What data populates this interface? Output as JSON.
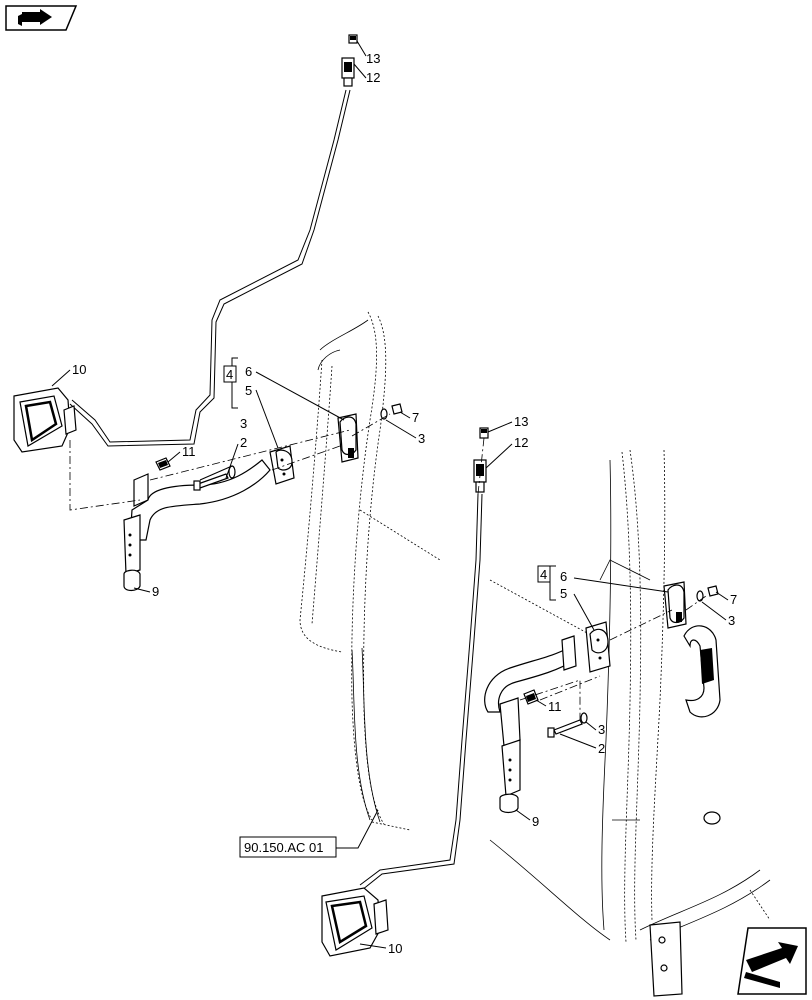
{
  "callouts": {
    "c13a": "13",
    "c12a": "12",
    "c10a": "10",
    "c6a": "6",
    "c5a": "5",
    "c4a": "4",
    "c7a": "7",
    "c3a": "3",
    "c3b": "3",
    "c2a": "2",
    "c11a": "11",
    "c9a": "9",
    "c13b": "13",
    "c12b": "12",
    "c6b": "6",
    "c5b": "5",
    "c4b": "4",
    "c7b": "7",
    "c3c": "3",
    "c3d": "3",
    "c11b": "11",
    "c2b": "2",
    "c9b": "9",
    "c10b": "10"
  },
  "reference_label": "90.150.AC 01",
  "icons": {
    "top_left": "previous-page-icon",
    "bottom_right": "next-page-icon"
  }
}
